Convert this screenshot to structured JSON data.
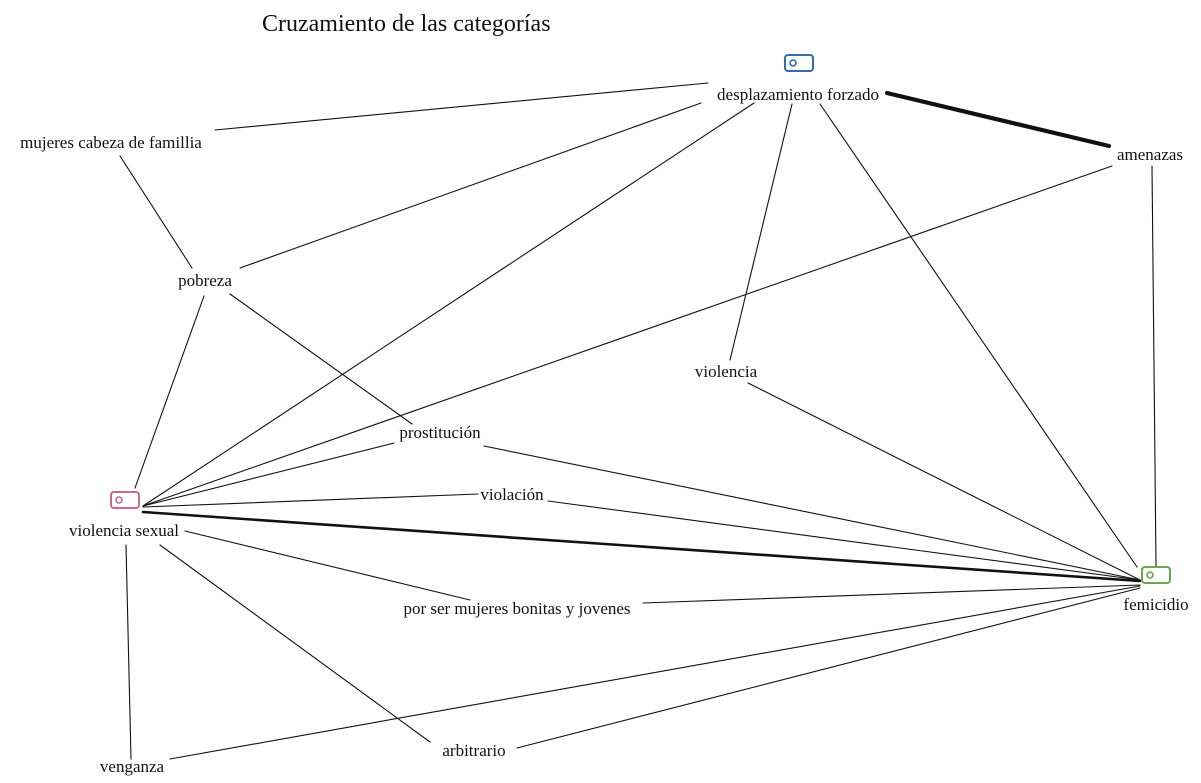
{
  "title": "Cruzamiento de las categorías",
  "colors": {
    "line": "#111111",
    "text": "#111111",
    "background": "#ffffff",
    "tag_blue": "#2f6fa8",
    "tag_pink": "#c86a8e",
    "tag_green": "#6aa84f"
  },
  "nodes": [
    {
      "id": "desplazamiento",
      "label": "desplazamiento forzado",
      "icon": "tag-icon",
      "icon_color": "#2f6fa8"
    },
    {
      "id": "mujeres",
      "label": "mujeres cabeza de famillia"
    },
    {
      "id": "amenazas",
      "label": "amenazas"
    },
    {
      "id": "pobreza",
      "label": "pobreza"
    },
    {
      "id": "violencia",
      "label": "violencia"
    },
    {
      "id": "prostitucion",
      "label": "prostitución"
    },
    {
      "id": "violencia_sexual",
      "label": "violencia sexual",
      "icon": "tag-icon",
      "icon_color": "#c86a8e"
    },
    {
      "id": "violacion",
      "label": "violación"
    },
    {
      "id": "femicidio",
      "label": "femicidio",
      "icon": "tag-icon",
      "icon_color": "#6aa84f"
    },
    {
      "id": "bonitas",
      "label": "por ser mujeres bonitas y jovenes"
    },
    {
      "id": "venganza",
      "label": "venganza"
    },
    {
      "id": "arbitrario",
      "label": "arbitrario"
    }
  ],
  "edges": [
    {
      "from": "desplazamiento",
      "to": "mujeres",
      "weight": 1
    },
    {
      "from": "desplazamiento",
      "to": "amenazas",
      "weight": 4
    },
    {
      "from": "desplazamiento",
      "to": "pobreza",
      "weight": 1
    },
    {
      "from": "desplazamiento",
      "to": "violencia_sexual",
      "weight": 1
    },
    {
      "from": "desplazamiento",
      "to": "violencia",
      "weight": 1
    },
    {
      "from": "desplazamiento",
      "to": "femicidio",
      "weight": 1
    },
    {
      "from": "mujeres",
      "to": "pobreza",
      "weight": 1
    },
    {
      "from": "amenazas",
      "to": "violencia_sexual",
      "weight": 1
    },
    {
      "from": "amenazas",
      "to": "femicidio",
      "weight": 1
    },
    {
      "from": "pobreza",
      "to": "violencia_sexual",
      "weight": 1
    },
    {
      "from": "pobreza",
      "to": "prostitucion",
      "weight": 1
    },
    {
      "from": "violencia",
      "to": "femicidio",
      "weight": 1
    },
    {
      "from": "prostitucion",
      "to": "violencia_sexual",
      "weight": 1
    },
    {
      "from": "prostitucion",
      "to": "femicidio",
      "weight": 1
    },
    {
      "from": "violencia_sexual",
      "to": "violacion",
      "weight": 1
    },
    {
      "from": "violacion",
      "to": "femicidio",
      "weight": 1
    },
    {
      "from": "violencia_sexual",
      "to": "femicidio",
      "weight": 2.5
    },
    {
      "from": "violencia_sexual",
      "to": "bonitas",
      "weight": 1
    },
    {
      "from": "bonitas",
      "to": "femicidio",
      "weight": 1
    },
    {
      "from": "violencia_sexual",
      "to": "venganza",
      "weight": 1
    },
    {
      "from": "violencia_sexual",
      "to": "arbitrario",
      "weight": 1
    },
    {
      "from": "venganza",
      "to": "femicidio",
      "weight": 1
    },
    {
      "from": "arbitrario",
      "to": "femicidio",
      "weight": 1
    }
  ]
}
